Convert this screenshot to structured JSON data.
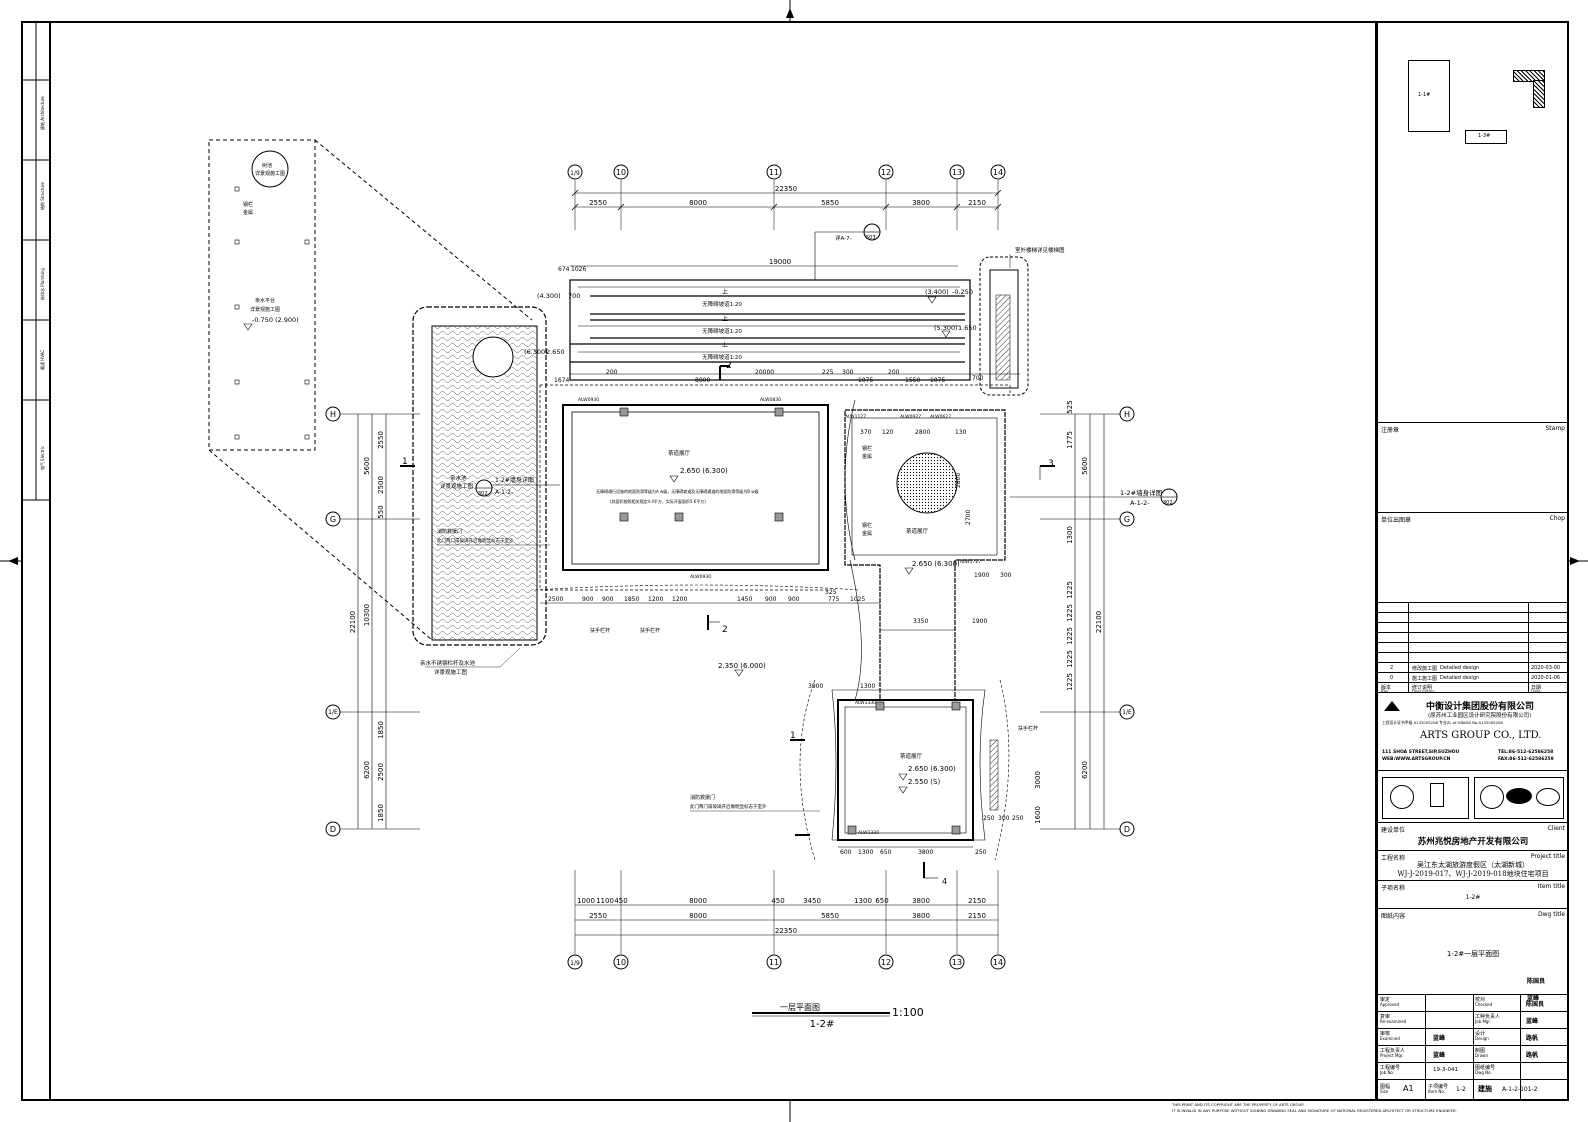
{
  "drawing": {
    "title": "一层平面图",
    "subtitle": "1-2#",
    "scale": "1:100"
  },
  "grid_axes": {
    "columns": [
      "1/9",
      "10",
      "11",
      "12",
      "13",
      "14"
    ],
    "rows": [
      "H",
      "G",
      "1/E",
      "D"
    ],
    "top_dims": [
      "2550",
      "8000",
      "5850",
      "3800",
      "2150"
    ],
    "top_total": "22350",
    "bottom_dims_1": [
      "1000",
      "1100",
      "450",
      "8000",
      "450",
      "3450",
      "1300",
      "650",
      "3800",
      "2150"
    ],
    "bottom_dims_2": [
      "2550",
      "8000",
      "5850",
      "3800",
      "2150"
    ],
    "bottom_total": "22350",
    "left_dims": [
      "2550",
      "2500",
      "550",
      "1850",
      "2500",
      "1850"
    ],
    "left_groups": [
      "5600",
      "10300",
      "6200"
    ],
    "left_total": "22100",
    "right_dims": [
      "525",
      "1775",
      "5600",
      "1300",
      "1225",
      "1225",
      "1225",
      "1225",
      "1225",
      "6200",
      "3000",
      "1600"
    ],
    "right_total": "22100"
  },
  "labels": {
    "ramp_1": "无障碍坡道1:20",
    "ramp_2": "无障碍坡道1:20",
    "ramp_3": "无障碍坡道1:20",
    "ramp_up": "上",
    "top_span": "19000",
    "level_1": "(3.400)",
    "level_2": "-0.250",
    "level_3": "(5.300)",
    "level_4": "1.650",
    "level_5": "(6.300)",
    "level_6": "2.650",
    "level_7": "(4.300)",
    "level_8": "700",
    "room_1_name": "茶道展厅",
    "room_1_level": "2.650 (6.300)",
    "room_2_name": "茶道展厅",
    "room_2_level": "2.650 (6.300)",
    "room_3_name": "茶道展厅",
    "room_3_level_a": "2.650 (6.300)",
    "room_3_level_b": "2.550 (S)",
    "outdoor_level": "2.350 (6.000)",
    "section_ref_1": "1-2#墙身详图",
    "section_ref_1b": "A-1-2-",
    "section_ref_2": "1-2#墙身详图",
    "section_ref_2b": "A-1-2-",
    "section_num_1": "302",
    "section_num_2": "302",
    "detail_ref": "详A-7-",
    "detail_num": "503",
    "cut_1": "1",
    "cut_2": "2",
    "cut_3": "3",
    "cut_4": "4",
    "note_door_1": "消防救援门",
    "note_door_1b": "此门两门扇玻璃开启做明显标志于室外",
    "note_door_2": "消防救援门",
    "note_door_2b": "此门两门扇玻璃开启做明显标志于室外",
    "note_pool": "亲水池",
    "note_pool_b": "详景观施工图",
    "note_pool_bottom": "亲水不锈钢栏杆及水池",
    "note_pool_bottom_b": "详景观施工图",
    "note_stair": "室外楼梯详见楼梯图",
    "inset_level": "-0.750 (2.900)",
    "inset_note": "亲水平台",
    "inset_note_b": "详景观施工图",
    "inset_tree": "树池",
    "inset_tree_b": "详景观施工图",
    "inset_fence": "钢栏",
    "inset_fence_b": "金属",
    "room_1_note": "无障碍通行设施的地面防滑等级为A w级，无障碍坡道及无障碍通道的地面防滑等级为B w级",
    "room_1_note_b": "(其面积按照相关规定4.4平方，实际开窗面积5.6平方)",
    "fence_1": "扶手栏杆",
    "fence_2": "钢栏",
    "fence_2b": "金属",
    "window_codes": [
      "ALW0930",
      "ALW0830",
      "ALW0930",
      "ALW1127",
      "ALW0927",
      "ALW0627",
      "ALW1727",
      "ALW1330",
      "ALW1330"
    ],
    "top_misc_dims": [
      "674",
      "1026",
      "200",
      "200",
      "1674",
      "8000",
      "20000",
      "225",
      "300",
      "1075",
      "1550",
      "1075",
      "700",
      "1900",
      "3350",
      "1900",
      "300",
      "3900",
      "1300",
      "370",
      "120",
      "2800",
      "130",
      "2800",
      "2700"
    ],
    "bottom_misc_dims": [
      "2500",
      "900",
      "900",
      "1850",
      "1200",
      "1200",
      "1450",
      "900",
      "900",
      "325",
      "775",
      "1025",
      "600",
      "1300",
      "650",
      "3800",
      "250",
      "250",
      "300",
      "250"
    ]
  },
  "key_plan": {
    "label_1": "1-1#",
    "label_2": "1-3#"
  },
  "title_block": {
    "stamp_label": "注册章",
    "stamp_en": "Stamp",
    "chop_label": "单位出图章",
    "chop_en": "Chop",
    "revisions": [
      {
        "rev": "2",
        "desc_cn": "修改施工图",
        "desc_en": "Detailed design",
        "date": "2020-03-00"
      },
      {
        "rev": "0",
        "desc_cn": "施工施工图",
        "desc_en": "Detailed design",
        "date": "2020-01-06"
      }
    ],
    "rev_header_cn": "版本",
    "rev_header_en": "Rev.",
    "desc_header_cn": "修订说明",
    "desc_header_en": "Description",
    "date_header_cn": "日期",
    "date_header_en": "Date",
    "company_cn": "中衡设计集团股份有限公司",
    "company_cn_b": "(原苏州工业园区设计研究院股份有限公司)",
    "cert": "工程设计证书甲级 A132005208 专业ZL of GRADA No.A132005208",
    "company_en": "ARTS GROUP CO., LTD.",
    "address": "111 SHOA STREET,SIP,SUZHOU",
    "web": "WEB:WWW.ARTSGROUP.CN",
    "tel": "TEL:86-512-62586258",
    "fax": "FAX:86-512-62586259",
    "client_label": "建设单位",
    "client_en": "Client",
    "client": "苏州兆悦房地产开发有限公司",
    "project_label": "工程名称",
    "project_en": "Project title",
    "project_1": "吴江东太湖旅游度假区（太湖新城）",
    "project_2": "WJ-J-2019-017、WJ-J-2019-018地块住宅项目",
    "item_label": "子项名称",
    "item_en": "Item title",
    "item": "1-2#",
    "dwg_label": "图纸内容",
    "dwg_en": "Dwg title",
    "dwg_title": "1-2#一层平面图",
    "approved_cn": "审定",
    "approved_en": "Approved",
    "reexamined_cn": "复审",
    "reexamined_en": "Re-examined",
    "examined_cn": "审核",
    "examined_en": "Examined",
    "pm_cn": "工程负责人",
    "pm_en": "Project Mgr.",
    "checked_cn": "校对",
    "checked_en": "Checked",
    "jobmgr_cn": "工种负责人",
    "jobmgr_en": "Job Mgr.",
    "design_cn": "设计",
    "design_en": "Design",
    "drawn_cn": "制图",
    "drawn_en": "Drawn",
    "name_1": "陈国良",
    "name_2": "蓝峰",
    "name_3": "蓝峰",
    "name_4": "蓝峰",
    "name_5": "陈国良",
    "name_6": "蓝峰",
    "name_7": "路帆",
    "name_8": "路帆",
    "jobno_cn": "工程编号",
    "jobno_en": "Job No.",
    "jobno": "19-3-041",
    "dwgno_cn": "图纸编号",
    "dwgno_en": "Dwg No.",
    "size_cn": "图幅",
    "size_en": "Size",
    "size": "A1",
    "itemno_cn": "子项编号",
    "itemno_en": "Item No.",
    "itemno": "1-2",
    "discipline": "建施",
    "dwgno": "A-1-2-101-2",
    "footer_1": "THIS PRINT AND ITS COPYRIGHT ARE THE PROPERTY OF ARTS GROUP.",
    "footer_2": "IT IS INVALID IN ANY PURPOSE WITHOUT SIGNING DRAWING SEAL AND SIGNATURE OF NATIONAL REGISTERED ARCHITECT OR STRUCTURE ENGINEER."
  },
  "left_strip": [
    "建筑 Architecture",
    "结构 Structure",
    "给排水 Plumbing",
    "暖通 HVAC",
    "电气 Electric"
  ]
}
